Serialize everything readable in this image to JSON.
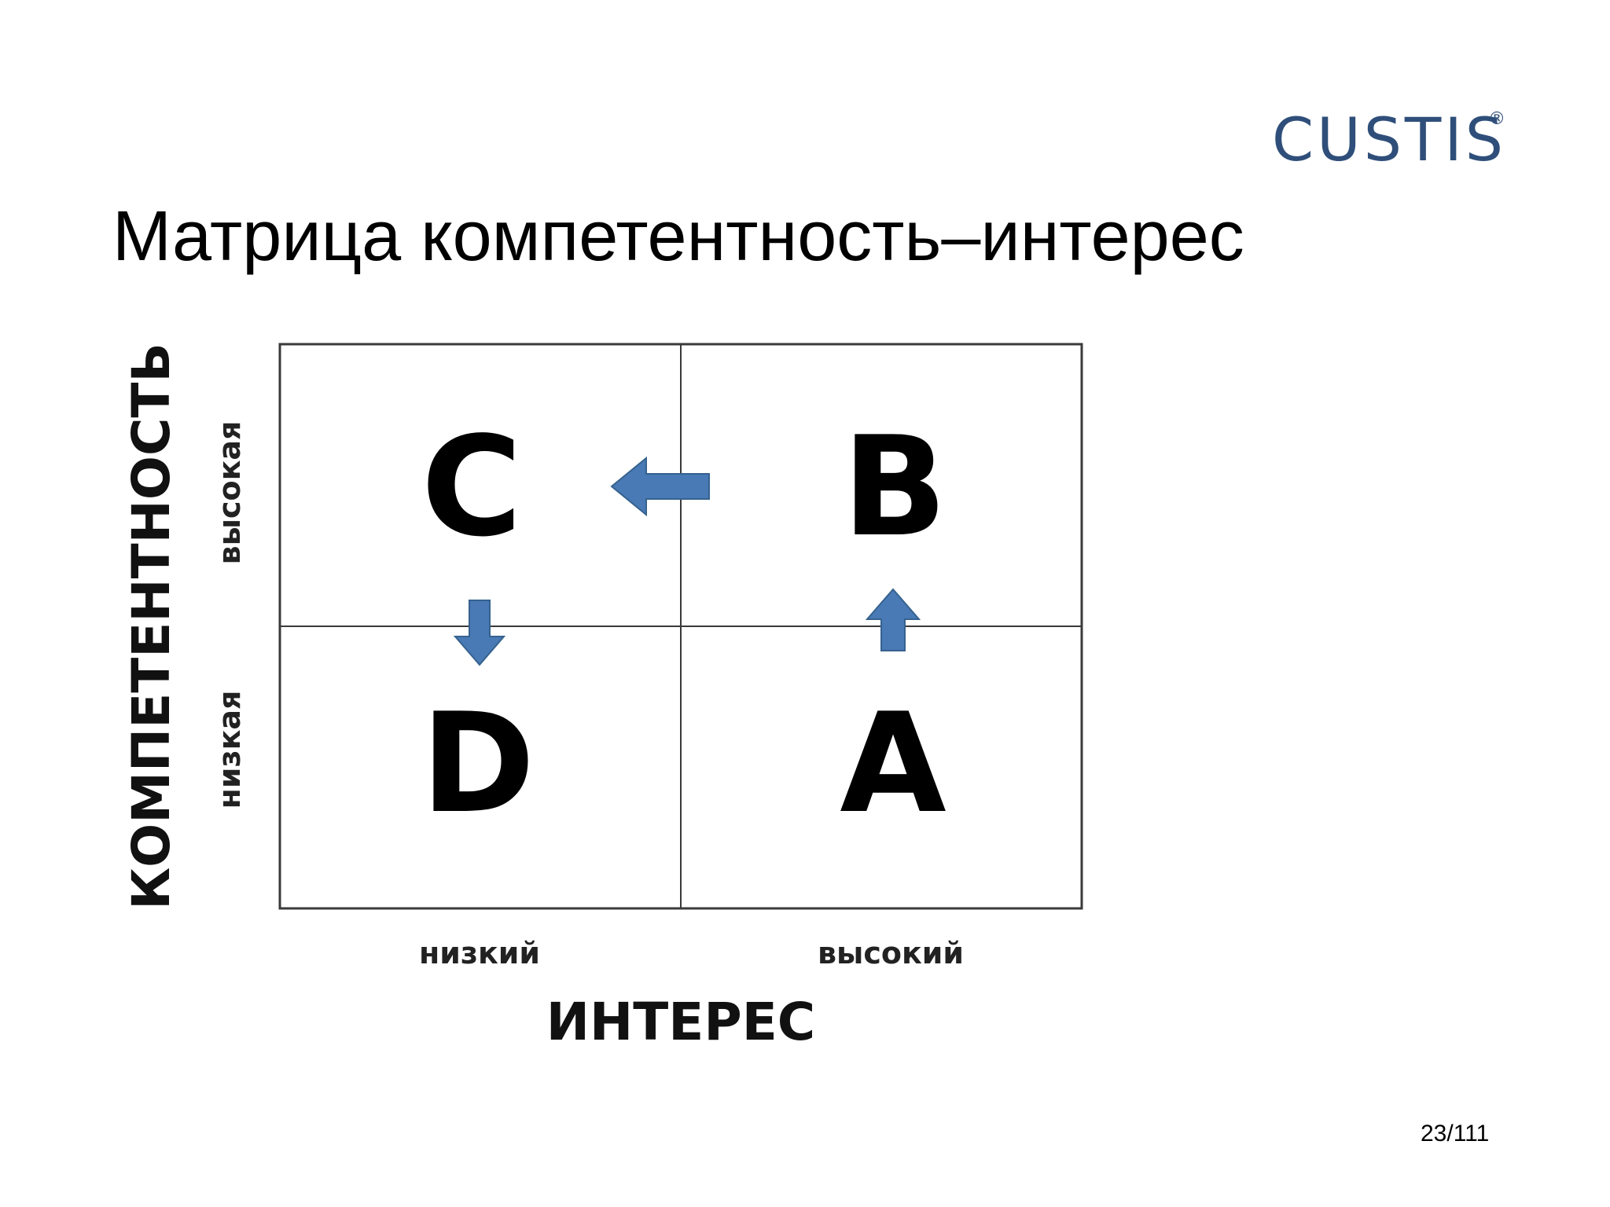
{
  "slide": {
    "logo": "CUSTIS",
    "logo_mark": "®",
    "title": "Матрица компетентность–интерес",
    "page_number": "23/111"
  },
  "matrix": {
    "y_axis_title": "КОМПЕТЕНТНОСТЬ",
    "y_levels": {
      "high": "высокая",
      "low": "низкая"
    },
    "x_axis_title": "ИНТЕРЕС",
    "x_levels": {
      "low": "низкий",
      "high": "высокий"
    },
    "quadrants": {
      "top_left": "C",
      "top_right": "B",
      "bottom_left": "D",
      "bottom_right": "A"
    },
    "arrows": [
      {
        "from": "A",
        "to": "B",
        "direction": "up"
      },
      {
        "from": "B",
        "to": "C",
        "direction": "left"
      },
      {
        "from": "C",
        "to": "D",
        "direction": "down"
      }
    ],
    "arrow_color": "#4a7ab5",
    "line_color": "#3a3a3a"
  }
}
